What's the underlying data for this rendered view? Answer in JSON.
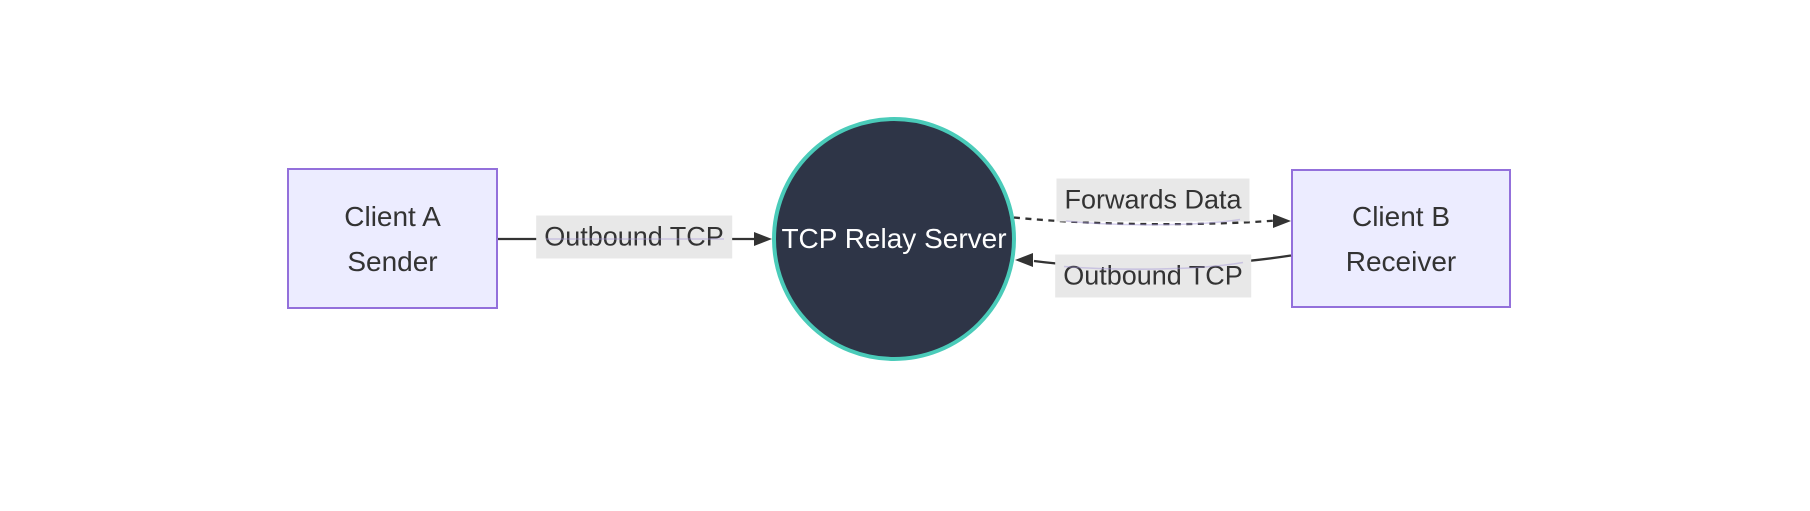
{
  "diagram": {
    "type": "flowchart-LR",
    "nodes": {
      "client_a": {
        "title": "Client A",
        "subtitle": "Sender",
        "shape": "rect"
      },
      "server": {
        "label": "TCP Relay Server",
        "shape": "circle"
      },
      "client_b": {
        "title": "Client B",
        "subtitle": "Receiver",
        "shape": "rect"
      }
    },
    "edges": [
      {
        "label": "Outbound TCP",
        "from": "client_a",
        "to": "server",
        "style": "solid",
        "arrow": "right"
      },
      {
        "label": "Forwards Data",
        "from": "server",
        "to": "client_b",
        "style": "dotted",
        "arrow": "right"
      },
      {
        "label": "Outbound TCP",
        "from": "client_b",
        "to": "server",
        "style": "solid",
        "arrow": "left"
      }
    ],
    "theme": {
      "background": "#ffffff",
      "node_fill": "#ececff",
      "node_border": "#9370db",
      "node_text": "#333333",
      "server_fill": "#2e3547",
      "server_border": "#4acbb9",
      "server_text": "#ffffff",
      "edge_line": "#333333",
      "edge_label_bg": "#e8e8e8",
      "edge_label_text": "#333333",
      "ghost_line": "rgba(165,150,214,0.45)"
    }
  }
}
